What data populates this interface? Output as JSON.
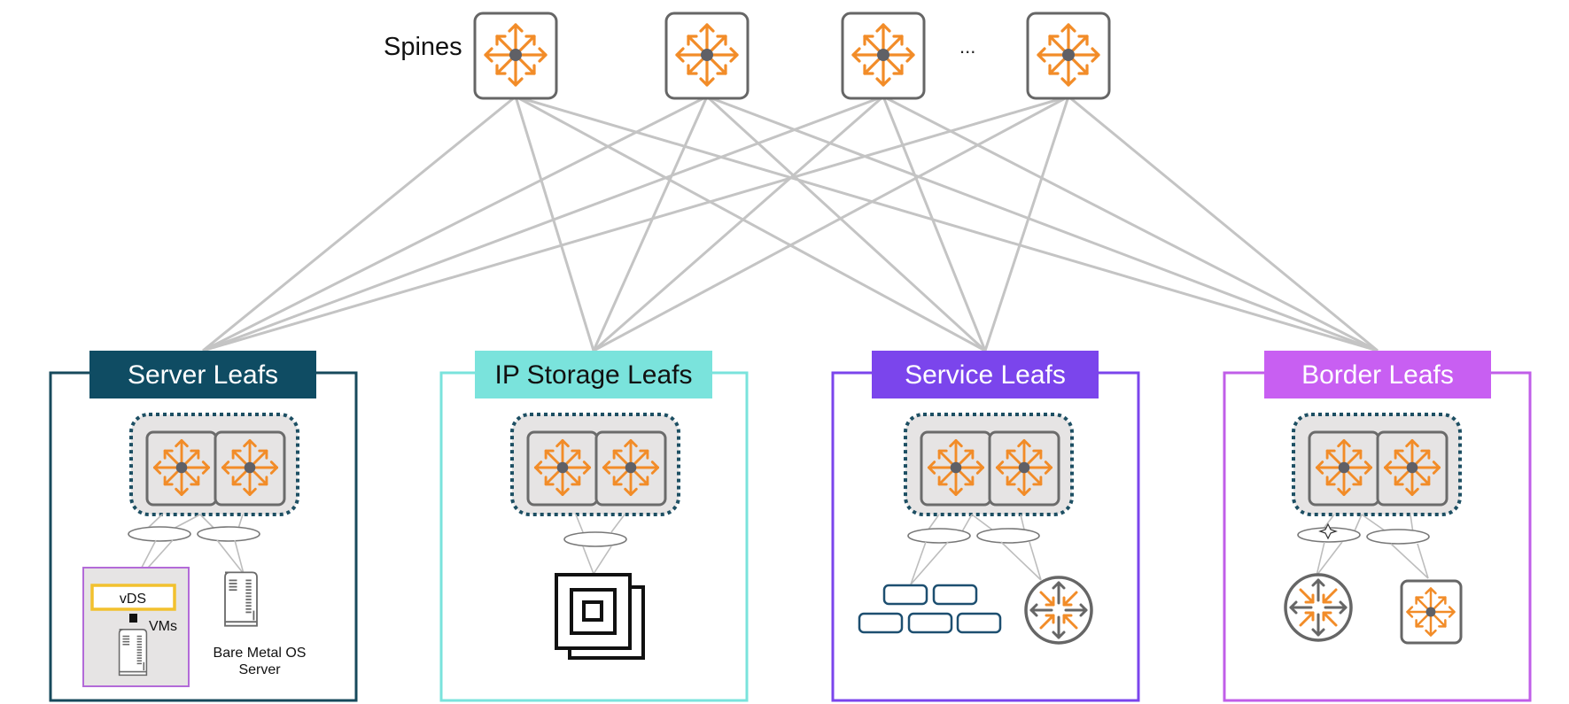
{
  "title_label": "Spines",
  "ellipsis": "...",
  "colors": {
    "switch_orange": "#f28c28",
    "switch_gray": "#666666",
    "link_gray": "#c4c4c4",
    "mlag_dots": "#1d4f63"
  },
  "spines": [
    {
      "id": "spine-1",
      "icon": "switch-icon"
    },
    {
      "id": "spine-2",
      "icon": "switch-icon"
    },
    {
      "id": "spine-3",
      "icon": "switch-icon"
    },
    {
      "id": "spine-4",
      "icon": "switch-icon"
    }
  ],
  "leaf_groups": [
    {
      "id": "server-leafs",
      "label": "Server Leafs",
      "header_color": "#0f4c63",
      "header_text_color": "#ffffff",
      "border_color": "#174a5c",
      "endpoints": {
        "vds_label": "vDS",
        "vms_label": "VMs",
        "bare_metal_label_line1": "Bare Metal OS",
        "bare_metal_label_line2": "Server"
      }
    },
    {
      "id": "ip-storage-leafs",
      "label": "IP Storage Leafs",
      "header_color": "#7ae3dc",
      "header_text_color": "#111111",
      "border_color": "#7ae3dc",
      "endpoints": {
        "storage_icon": "storage-array-icon"
      }
    },
    {
      "id": "service-leafs",
      "label": "Service Leafs",
      "header_color": "#7b45ec",
      "header_text_color": "#ffffff",
      "border_color": "#7b45ec",
      "endpoints": {
        "firewall_icon": "firewall-icon",
        "router_icon": "router-icon"
      }
    },
    {
      "id": "border-leafs",
      "label": "Border Leafs",
      "header_color": "#c85ff2",
      "header_text_color": "#ffffff",
      "border_color": "#c05ee8",
      "endpoints": {
        "router_icon": "router-icon",
        "switch_icon": "switch-icon"
      }
    }
  ]
}
